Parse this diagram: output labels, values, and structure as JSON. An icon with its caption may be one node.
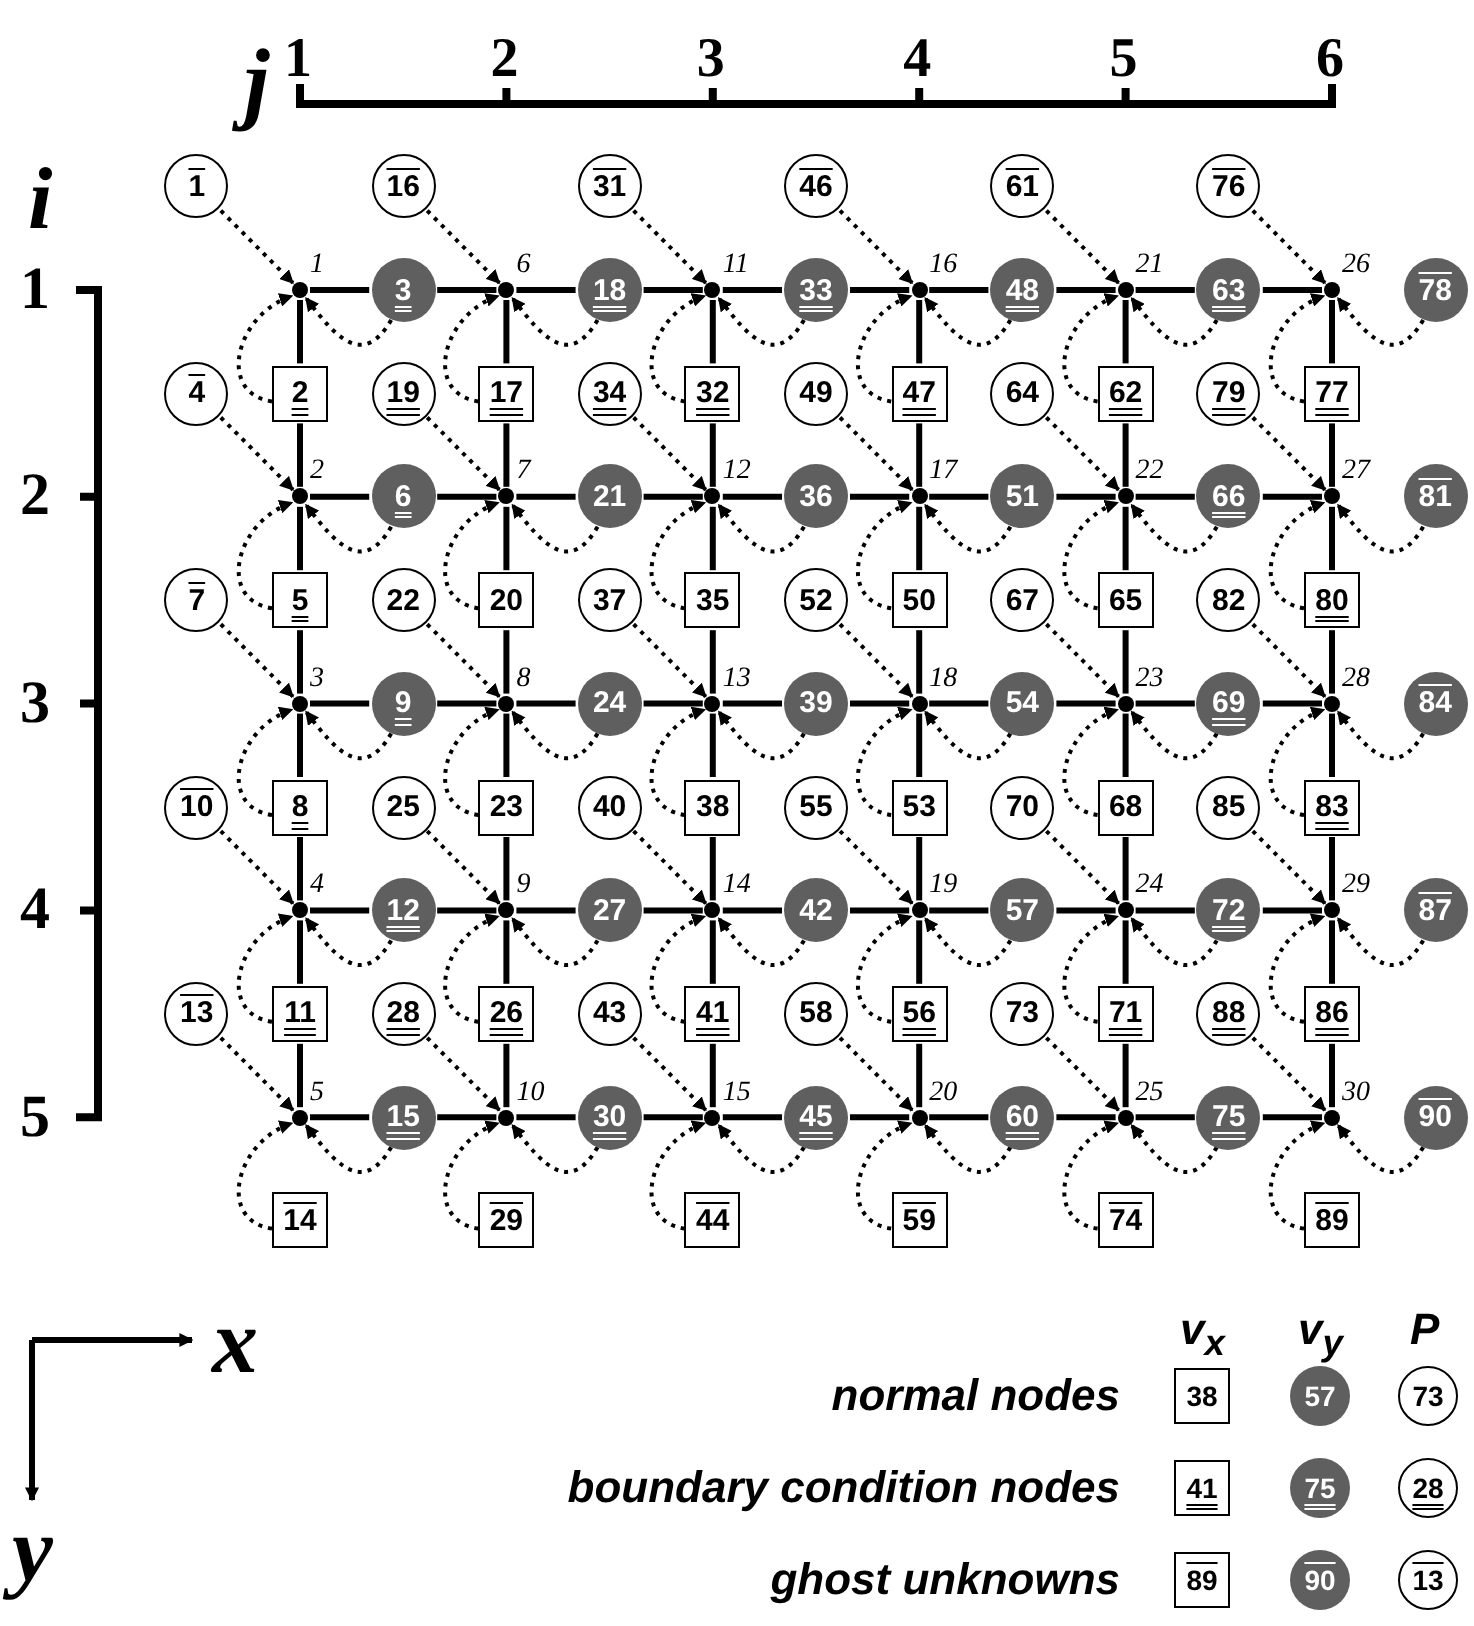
{
  "diagram": {
    "nodes": [
      {
        "text": [
          "1"
        ]
      },
      {
        "text": [
          "2"
        ]
      },
      {
        "text": [
          "3"
        ]
      },
      {
        "text": [
          "4"
        ]
      },
      {
        "text": [
          "5"
        ]
      },
      {
        "text": [
          "6"
        ]
      },
      {
        "text": [
          "7"
        ]
      },
      {
        "text": [
          "8"
        ]
      },
      {
        "text": [
          "9"
        ]
      },
      {
        "text": [
          "10"
        ]
      },
      {
        "text": [
          "11"
        ]
      },
      {
        "text": [
          "12"
        ]
      },
      {
        "text": [
          "13"
        ]
      },
      {
        "text": [
          "14"
        ]
      },
      {
        "text": [
          "15"
        ]
      },
      {
        "text": [
          "16"
        ]
      },
      {
        "text": [
          "17"
        ]
      },
      {
        "text": [
          "18"
        ]
      },
      {
        "text": [
          "19"
        ]
      },
      {
        "text": [
          "20"
        ]
      },
      {
        "text": [
          "21"
        ]
      },
      {
        "text": [
          "22"
        ]
      },
      {
        "text": [
          "23"
        ]
      },
      {
        "text": [
          "24"
        ]
      },
      {
        "text": [
          "25"
        ]
      },
      {
        "text": [
          "26"
        ]
      },
      {
        "text": [
          "27"
        ]
      },
      {
        "text": [
          "28"
        ]
      },
      {
        "text": [
          "29"
        ]
      },
      {
        "text": [
          "30"
        ]
      },
      {
        "text": [
          "31"
        ]
      },
      {
        "text": [
          "32"
        ]
      },
      {
        "text": [
          "33"
        ]
      },
      {
        "text": [
          "34"
        ]
      },
      {
        "text": [
          "35"
        ]
      },
      {
        "text": [
          "36"
        ]
      },
      {
        "text": [
          "37"
        ]
      },
      {
        "text": [
          "38"
        ]
      },
      {
        "text": [
          "39"
        ]
      },
      {
        "text": [
          "40"
        ]
      },
      {
        "text": [
          "41"
        ]
      },
      {
        "text": [
          "42"
        ]
      },
      {
        "text": [
          "43"
        ]
      },
      {
        "text": [
          "44"
        ]
      },
      {
        "text": [
          "45"
        ]
      },
      {
        "text": [
          "46"
        ]
      },
      {
        "text": [
          "47"
        ]
      },
      {
        "text": [
          "48"
        ]
      },
      {
        "text": [
          "49"
        ]
      },
      {
        "text": [
          "50"
        ]
      },
      {
        "text": [
          "51"
        ]
      },
      {
        "text": [
          "52"
        ]
      },
      {
        "text": [
          "53"
        ]
      },
      {
        "text": [
          "54"
        ]
      },
      {
        "text": [
          "55"
        ]
      },
      {
        "text": [
          "56"
        ]
      },
      {
        "text": [
          "57"
        ]
      },
      {
        "text": [
          "58"
        ]
      },
      {
        "text": [
          "59"
        ]
      },
      {
        "text": [
          "60"
        ]
      },
      {
        "text": [
          "61"
        ]
      },
      {
        "text": [
          "62"
        ]
      },
      {
        "text": [
          "63"
        ]
      },
      {
        "text": [
          "64"
        ]
      },
      {
        "text": [
          "65"
        ]
      },
      {
        "text": [
          "66"
        ]
      },
      {
        "text": [
          "67"
        ]
      },
      {
        "text": [
          "68"
        ]
      },
      {
        "text": [
          "69"
        ]
      },
      {
        "text": [
          "70"
        ]
      },
      {
        "text": [
          "71"
        ]
      },
      {
        "text": [
          "72"
        ]
      },
      {
        "text": [
          "73"
        ]
      },
      {
        "text": [
          "74"
        ]
      },
      {
        "text": [
          "75"
        ]
      },
      {
        "text": [
          "76"
        ]
      },
      {
        "text": [
          "77"
        ]
      },
      {
        "text": [
          "78"
        ]
      },
      {
        "text": [
          "79"
        ]
      },
      {
        "text": [
          "80"
        ]
      },
      {
        "text": [
          "81"
        ]
      },
      {
        "text": [
          "82"
        ]
      },
      {
        "text": [
          "83"
        ]
      },
      {
        "text": [
          "84"
        ]
      },
      {
        "text": [
          "85"
        ]
      },
      {
        "text": [
          "86"
        ]
      },
      {
        "text": [
          "87"
        ]
      },
      {
        "text": [
          "88"
        ]
      },
      {
        "text": [
          "89"
        ]
      },
      {
        "text": [
          "90"
        ]
      },
      {
        "text": [],
        "shape": "dot",
        "beside": [
          "1"
        ]
      },
      {
        "text": [],
        "shape": "dot",
        "beside": [
          "2"
        ]
      },
      {
        "text": [],
        "shape": "dot",
        "beside": [
          "3"
        ]
      },
      {
        "text": [],
        "shape": "dot",
        "beside": [
          "4"
        ]
      },
      {
        "text": [],
        "shape": "dot",
        "beside": [
          "5"
        ]
      },
      {
        "text": [],
        "shape": "dot",
        "beside": [
          "6"
        ]
      },
      {
        "text": [],
        "shape": "dot",
        "beside": [
          "7"
        ]
      },
      {
        "text": [],
        "shape": "dot",
        "beside": [
          "8"
        ]
      },
      {
        "text": [],
        "shape": "dot",
        "beside": [
          "9"
        ]
      },
      {
        "text": [],
        "shape": "dot",
        "beside": [
          "10"
        ]
      },
      {
        "text": [],
        "shape": "dot",
        "beside": [
          "11"
        ]
      },
      {
        "text": [],
        "shape": "dot",
        "beside": [
          "12"
        ]
      },
      {
        "text": [],
        "shape": "dot",
        "beside": [
          "13"
        ]
      },
      {
        "text": [],
        "shape": "dot",
        "beside": [
          "14"
        ]
      },
      {
        "text": [],
        "shape": "dot",
        "beside": [
          "15"
        ]
      },
      {
        "text": [],
        "shape": "dot",
        "beside": [
          "16"
        ]
      },
      {
        "text": [],
        "shape": "dot",
        "beside": [
          "17"
        ]
      },
      {
        "text": [],
        "shape": "dot",
        "beside": [
          "18"
        ]
      },
      {
        "text": [],
        "shape": "dot",
        "beside": [
          "19"
        ]
      },
      {
        "text": [],
        "shape": "dot",
        "beside": [
          "20"
        ]
      },
      {
        "text": [],
        "shape": "dot",
        "beside": [
          "21"
        ]
      },
      {
        "text": [],
        "shape": "dot",
        "beside": [
          "22"
        ]
      },
      {
        "text": [],
        "shape": "dot",
        "beside": [
          "23"
        ]
      },
      {
        "text": [],
        "shape": "dot",
        "beside": [
          "24"
        ]
      },
      {
        "text": [],
        "shape": "dot",
        "beside": [
          "25"
        ]
      },
      {
        "text": [],
        "shape": "dot",
        "beside": [
          "26"
        ]
      },
      {
        "text": [],
        "shape": "dot",
        "beside": [
          "27"
        ]
      },
      {
        "text": [],
        "shape": "dot",
        "beside": [
          "28"
        ]
      },
      {
        "text": [],
        "shape": "dot",
        "beside": [
          "29"
        ]
      },
      {
        "text": [],
        "shape": "dot",
        "beside": [
          "30"
        ]
      },
      {
        "text": [
          "38"
        ]
      },
      {
        "text": [
          "57"
        ]
      },
      {
        "text": [
          "73"
        ]
      },
      {
        "text": [
          "41"
        ]
      },
      {
        "text": [
          "75"
        ]
      },
      {
        "text": [
          "28"
        ]
      },
      {
        "text": [
          "89"
        ]
      },
      {
        "text": [
          "90"
        ]
      },
      {
        "text": [
          "13"
        ]
      }
    ],
    "edges": [
      {
        "from": 0,
        "to": 90,
        "arrow": "to",
        "style": "dashed"
      },
      {
        "from": 1,
        "to": 90,
        "arrow": "to",
        "style": "dashed"
      },
      {
        "from": 2,
        "to": 90,
        "arrow": "to",
        "style": "dashed"
      },
      {
        "from": 3,
        "to": 91,
        "arrow": "to",
        "style": "dashed"
      },
      {
        "from": 4,
        "to": 91,
        "arrow": "to",
        "style": "dashed"
      },
      {
        "from": 5,
        "to": 91,
        "arrow": "to",
        "style": "dashed"
      },
      {
        "from": 6,
        "to": 92,
        "arrow": "to",
        "style": "dashed"
      },
      {
        "from": 7,
        "to": 92,
        "arrow": "to",
        "style": "dashed"
      },
      {
        "from": 8,
        "to": 92,
        "arrow": "to",
        "style": "dashed"
      },
      {
        "from": 9,
        "to": 93,
        "arrow": "to",
        "style": "dashed"
      },
      {
        "from": 10,
        "to": 93,
        "arrow": "to",
        "style": "dashed"
      },
      {
        "from": 11,
        "to": 93,
        "arrow": "to",
        "style": "dashed"
      },
      {
        "from": 12,
        "to": 94,
        "arrow": "to",
        "style": "dashed"
      },
      {
        "from": 13,
        "to": 94,
        "arrow": "to",
        "style": "dashed"
      },
      {
        "from": 14,
        "to": 94,
        "arrow": "to",
        "style": "dashed"
      },
      {
        "from": 15,
        "to": 95,
        "arrow": "to",
        "style": "dashed"
      },
      {
        "from": 16,
        "to": 95,
        "arrow": "to",
        "style": "dashed"
      },
      {
        "from": 17,
        "to": 95,
        "arrow": "to",
        "style": "dashed"
      },
      {
        "from": 18,
        "to": 96,
        "arrow": "to",
        "style": "dashed"
      },
      {
        "from": 19,
        "to": 96,
        "arrow": "to",
        "style": "dashed"
      },
      {
        "from": 20,
        "to": 96,
        "arrow": "to",
        "style": "dashed"
      },
      {
        "from": 21,
        "to": 97,
        "arrow": "to",
        "style": "dashed"
      },
      {
        "from": 22,
        "to": 97,
        "arrow": "to",
        "style": "dashed"
      },
      {
        "from": 23,
        "to": 97,
        "arrow": "to",
        "style": "dashed"
      },
      {
        "from": 24,
        "to": 98,
        "arrow": "to",
        "style": "dashed"
      },
      {
        "from": 25,
        "to": 98,
        "arrow": "to",
        "style": "dashed"
      },
      {
        "from": 26,
        "to": 98,
        "arrow": "to",
        "style": "dashed"
      },
      {
        "from": 27,
        "to": 99,
        "arrow": "to",
        "style": "dashed"
      },
      {
        "from": 28,
        "to": 99,
        "arrow": "to",
        "style": "dashed"
      },
      {
        "from": 29,
        "to": 99,
        "arrow": "to",
        "style": "dashed"
      },
      {
        "from": 30,
        "to": 100,
        "arrow": "to",
        "style": "dashed"
      },
      {
        "from": 31,
        "to": 100,
        "arrow": "to",
        "style": "dashed"
      },
      {
        "from": 32,
        "to": 100,
        "arrow": "to",
        "style": "dashed"
      },
      {
        "from": 33,
        "to": 101,
        "arrow": "to",
        "style": "dashed"
      },
      {
        "from": 34,
        "to": 101,
        "arrow": "to",
        "style": "dashed"
      },
      {
        "from": 35,
        "to": 101,
        "arrow": "to",
        "style": "dashed"
      },
      {
        "from": 36,
        "to": 102,
        "arrow": "to",
        "style": "dashed"
      },
      {
        "from": 37,
        "to": 102,
        "arrow": "to",
        "style": "dashed"
      },
      {
        "from": 38,
        "to": 102,
        "arrow": "to",
        "style": "dashed"
      },
      {
        "from": 39,
        "to": 103,
        "arrow": "to",
        "style": "dashed"
      },
      {
        "from": 40,
        "to": 103,
        "arrow": "to",
        "style": "dashed"
      },
      {
        "from": 41,
        "to": 103,
        "arrow": "to",
        "style": "dashed"
      },
      {
        "from": 42,
        "to": 104,
        "arrow": "to",
        "style": "dashed"
      },
      {
        "from": 43,
        "to": 104,
        "arrow": "to",
        "style": "dashed"
      },
      {
        "from": 44,
        "to": 104,
        "arrow": "to",
        "style": "dashed"
      },
      {
        "from": 45,
        "to": 105,
        "arrow": "to",
        "style": "dashed"
      },
      {
        "from": 46,
        "to": 105,
        "arrow": "to",
        "style": "dashed"
      },
      {
        "from": 47,
        "to": 105,
        "arrow": "to",
        "style": "dashed"
      },
      {
        "from": 48,
        "to": 106,
        "arrow": "to",
        "style": "dashed"
      },
      {
        "from": 49,
        "to": 106,
        "arrow": "to",
        "style": "dashed"
      },
      {
        "from": 50,
        "to": 106,
        "arrow": "to",
        "style": "dashed"
      },
      {
        "from": 51,
        "to": 107,
        "arrow": "to",
        "style": "dashed"
      },
      {
        "from": 52,
        "to": 107,
        "arrow": "to",
        "style": "dashed"
      },
      {
        "from": 53,
        "to": 107,
        "arrow": "to",
        "style": "dashed"
      },
      {
        "from": 54,
        "to": 108,
        "arrow": "to",
        "style": "dashed"
      },
      {
        "from": 55,
        "to": 108,
        "arrow": "to",
        "style": "dashed"
      },
      {
        "from": 56,
        "to": 108,
        "arrow": "to",
        "style": "dashed"
      },
      {
        "from": 57,
        "to": 109,
        "arrow": "to",
        "style": "dashed"
      },
      {
        "from": 58,
        "to": 109,
        "arrow": "to",
        "style": "dashed"
      },
      {
        "from": 59,
        "to": 109,
        "arrow": "to",
        "style": "dashed"
      },
      {
        "from": 60,
        "to": 110,
        "arrow": "to",
        "style": "dashed"
      },
      {
        "from": 61,
        "to": 110,
        "arrow": "to",
        "style": "dashed"
      },
      {
        "from": 62,
        "to": 110,
        "arrow": "to",
        "style": "dashed"
      },
      {
        "from": 63,
        "to": 111,
        "arrow": "to",
        "style": "dashed"
      },
      {
        "from": 64,
        "to": 111,
        "arrow": "to",
        "style": "dashed"
      },
      {
        "from": 65,
        "to": 111,
        "arrow": "to",
        "style": "dashed"
      },
      {
        "from": 66,
        "to": 112,
        "arrow": "to",
        "style": "dashed"
      },
      {
        "from": 67,
        "to": 112,
        "arrow": "to",
        "style": "dashed"
      },
      {
        "from": 68,
        "to": 112,
        "arrow": "to",
        "style": "dashed"
      },
      {
        "from": 69,
        "to": 113,
        "arrow": "to",
        "style": "dashed"
      },
      {
        "from": 70,
        "to": 113,
        "arrow": "to",
        "style": "dashed"
      },
      {
        "from": 71,
        "to": 113,
        "arrow": "to",
        "style": "dashed"
      },
      {
        "from": 72,
        "to": 114,
        "arrow": "to",
        "style": "dashed"
      },
      {
        "from": 73,
        "to": 114,
        "arrow": "to",
        "style": "dashed"
      },
      {
        "from": 74,
        "to": 114,
        "arrow": "to",
        "style": "dashed"
      },
      {
        "from": 75,
        "to": 115,
        "arrow": "to",
        "style": "dashed"
      },
      {
        "from": 76,
        "to": 115,
        "arrow": "to",
        "style": "dashed"
      },
      {
        "from": 77,
        "to": 115,
        "arrow": "to",
        "style": "dashed"
      },
      {
        "from": 78,
        "to": 116,
        "arrow": "to",
        "style": "dashed"
      },
      {
        "from": 79,
        "to": 116,
        "arrow": "to",
        "style": "dashed"
      },
      {
        "from": 80,
        "to": 116,
        "arrow": "to",
        "style": "dashed"
      },
      {
        "from": 81,
        "to": 117,
        "arrow": "to",
        "style": "dashed"
      },
      {
        "from": 82,
        "to": 117,
        "arrow": "to",
        "style": "dashed"
      },
      {
        "from": 83,
        "to": 117,
        "arrow": "to",
        "style": "dashed"
      },
      {
        "from": 84,
        "to": 118,
        "arrow": "to",
        "style": "dashed"
      },
      {
        "from": 85,
        "to": 118,
        "arrow": "to",
        "style": "dashed"
      },
      {
        "from": 86,
        "to": 118,
        "arrow": "to",
        "style": "dashed"
      },
      {
        "from": 87,
        "to": 119,
        "arrow": "to",
        "style": "dashed"
      },
      {
        "from": 88,
        "to": 119,
        "arrow": "to",
        "style": "dashed"
      },
      {
        "from": 89,
        "to": 119,
        "arrow": "to",
        "style": "dashed"
      },
      {
        "from": 90,
        "to": 2,
        "arrow": "none"
      },
      {
        "from": 2,
        "to": 95,
        "arrow": "none"
      },
      {
        "from": 95,
        "to": 17,
        "arrow": "none"
      },
      {
        "from": 17,
        "to": 100,
        "arrow": "none"
      },
      {
        "from": 100,
        "to": 32,
        "arrow": "none"
      },
      {
        "from": 32,
        "to": 105,
        "arrow": "none"
      },
      {
        "from": 105,
        "to": 47,
        "arrow": "none"
      },
      {
        "from": 47,
        "to": 110,
        "arrow": "none"
      },
      {
        "from": 110,
        "to": 62,
        "arrow": "none"
      },
      {
        "from": 62,
        "to": 115,
        "arrow": "none"
      },
      {
        "from": 91,
        "to": 5,
        "arrow": "none"
      },
      {
        "from": 5,
        "to": 96,
        "arrow": "none"
      },
      {
        "from": 96,
        "to": 20,
        "arrow": "none"
      },
      {
        "from": 20,
        "to": 101,
        "arrow": "none"
      },
      {
        "from": 101,
        "to": 35,
        "arrow": "none"
      },
      {
        "from": 35,
        "to": 106,
        "arrow": "none"
      },
      {
        "from": 106,
        "to": 50,
        "arrow": "none"
      },
      {
        "from": 50,
        "to": 111,
        "arrow": "none"
      },
      {
        "from": 111,
        "to": 65,
        "arrow": "none"
      },
      {
        "from": 65,
        "to": 116,
        "arrow": "none"
      },
      {
        "from": 92,
        "to": 8,
        "arrow": "none"
      },
      {
        "from": 8,
        "to": 97,
        "arrow": "none"
      },
      {
        "from": 97,
        "to": 23,
        "arrow": "none"
      },
      {
        "from": 23,
        "to": 102,
        "arrow": "none"
      },
      {
        "from": 102,
        "to": 38,
        "arrow": "none"
      },
      {
        "from": 38,
        "to": 107,
        "arrow": "none"
      },
      {
        "from": 107,
        "to": 53,
        "arrow": "none"
      },
      {
        "from": 53,
        "to": 112,
        "arrow": "none"
      },
      {
        "from": 112,
        "to": 68,
        "arrow": "none"
      },
      {
        "from": 68,
        "to": 117,
        "arrow": "none"
      },
      {
        "from": 93,
        "to": 11,
        "arrow": "none"
      },
      {
        "from": 11,
        "to": 98,
        "arrow": "none"
      },
      {
        "from": 98,
        "to": 26,
        "arrow": "none"
      },
      {
        "from": 26,
        "to": 103,
        "arrow": "none"
      },
      {
        "from": 103,
        "to": 41,
        "arrow": "none"
      },
      {
        "from": 41,
        "to": 108,
        "arrow": "none"
      },
      {
        "from": 108,
        "to": 56,
        "arrow": "none"
      },
      {
        "from": 56,
        "to": 113,
        "arrow": "none"
      },
      {
        "from": 113,
        "to": 71,
        "arrow": "none"
      },
      {
        "from": 71,
        "to": 118,
        "arrow": "none"
      },
      {
        "from": 94,
        "to": 14,
        "arrow": "none"
      },
      {
        "from": 14,
        "to": 99,
        "arrow": "none"
      },
      {
        "from": 99,
        "to": 29,
        "arrow": "none"
      },
      {
        "from": 29,
        "to": 104,
        "arrow": "none"
      },
      {
        "from": 104,
        "to": 44,
        "arrow": "none"
      },
      {
        "from": 44,
        "to": 109,
        "arrow": "none"
      },
      {
        "from": 109,
        "to": 59,
        "arrow": "none"
      },
      {
        "from": 59,
        "to": 114,
        "arrow": "none"
      },
      {
        "from": 114,
        "to": 74,
        "arrow": "none"
      },
      {
        "from": 74,
        "to": 119,
        "arrow": "none"
      },
      {
        "from": 90,
        "to": 1,
        "arrow": "none"
      },
      {
        "from": 1,
        "to": 91,
        "arrow": "none"
      },
      {
        "from": 91,
        "to": 4,
        "arrow": "none"
      },
      {
        "from": 4,
        "to": 92,
        "arrow": "none"
      },
      {
        "from": 92,
        "to": 7,
        "arrow": "none"
      },
      {
        "from": 7,
        "to": 93,
        "arrow": "none"
      },
      {
        "from": 93,
        "to": 10,
        "arrow": "none"
      },
      {
        "from": 10,
        "to": 94,
        "arrow": "none"
      },
      {
        "from": 95,
        "to": 16,
        "arrow": "none"
      },
      {
        "from": 16,
        "to": 96,
        "arrow": "none"
      },
      {
        "from": 96,
        "to": 19,
        "arrow": "none"
      },
      {
        "from": 19,
        "to": 97,
        "arrow": "none"
      },
      {
        "from": 97,
        "to": 22,
        "arrow": "none"
      },
      {
        "from": 22,
        "to": 98,
        "arrow": "none"
      },
      {
        "from": 98,
        "to": 25,
        "arrow": "none"
      },
      {
        "from": 25,
        "to": 99,
        "arrow": "none"
      },
      {
        "from": 100,
        "to": 31,
        "arrow": "none"
      },
      {
        "from": 31,
        "to": 101,
        "arrow": "none"
      },
      {
        "from": 101,
        "to": 34,
        "arrow": "none"
      },
      {
        "from": 34,
        "to": 102,
        "arrow": "none"
      },
      {
        "from": 102,
        "to": 37,
        "arrow": "none"
      },
      {
        "from": 37,
        "to": 103,
        "arrow": "none"
      },
      {
        "from": 103,
        "to": 40,
        "arrow": "none"
      },
      {
        "from": 40,
        "to": 104,
        "arrow": "none"
      },
      {
        "from": 105,
        "to": 46,
        "arrow": "none"
      },
      {
        "from": 46,
        "to": 106,
        "arrow": "none"
      },
      {
        "from": 106,
        "to": 49,
        "arrow": "none"
      },
      {
        "from": 49,
        "to": 107,
        "arrow": "none"
      },
      {
        "from": 107,
        "to": 52,
        "arrow": "none"
      },
      {
        "from": 52,
        "to": 108,
        "arrow": "none"
      },
      {
        "from": 108,
        "to": 55,
        "arrow": "none"
      },
      {
        "from": 55,
        "to": 109,
        "arrow": "none"
      },
      {
        "from": 110,
        "to": 61,
        "arrow": "none"
      },
      {
        "from": 61,
        "to": 111,
        "arrow": "none"
      },
      {
        "from": 111,
        "to": 64,
        "arrow": "none"
      },
      {
        "from": 64,
        "to": 112,
        "arrow": "none"
      },
      {
        "from": 112,
        "to": 67,
        "arrow": "none"
      },
      {
        "from": 67,
        "to": 113,
        "arrow": "none"
      },
      {
        "from": 113,
        "to": 70,
        "arrow": "none"
      },
      {
        "from": 70,
        "to": 114,
        "arrow": "none"
      },
      {
        "from": 115,
        "to": 76,
        "arrow": "none"
      },
      {
        "from": 76,
        "to": 116,
        "arrow": "none"
      },
      {
        "from": 116,
        "to": 79,
        "arrow": "none"
      },
      {
        "from": 79,
        "to": 117,
        "arrow": "none"
      },
      {
        "from": 117,
        "to": 82,
        "arrow": "none"
      },
      {
        "from": 82,
        "to": 118,
        "arrow": "none"
      },
      {
        "from": 118,
        "to": 85,
        "arrow": "none"
      },
      {
        "from": 85,
        "to": 119,
        "arrow": "none"
      }
    ],
    "labels": [
      "j",
      "1",
      "2",
      "3",
      "4",
      "5",
      "6",
      "i",
      "1",
      "2",
      "3",
      "4",
      "5",
      "x",
      "y",
      "v$_{x}$",
      "v$_{y}$",
      "P"
    ],
    "legend": [
      {
        "text": "normal nodes"
      },
      {
        "text": "boundary condition nodes"
      },
      {
        "text": "ghost unknowns"
      }
    ]
  }
}
